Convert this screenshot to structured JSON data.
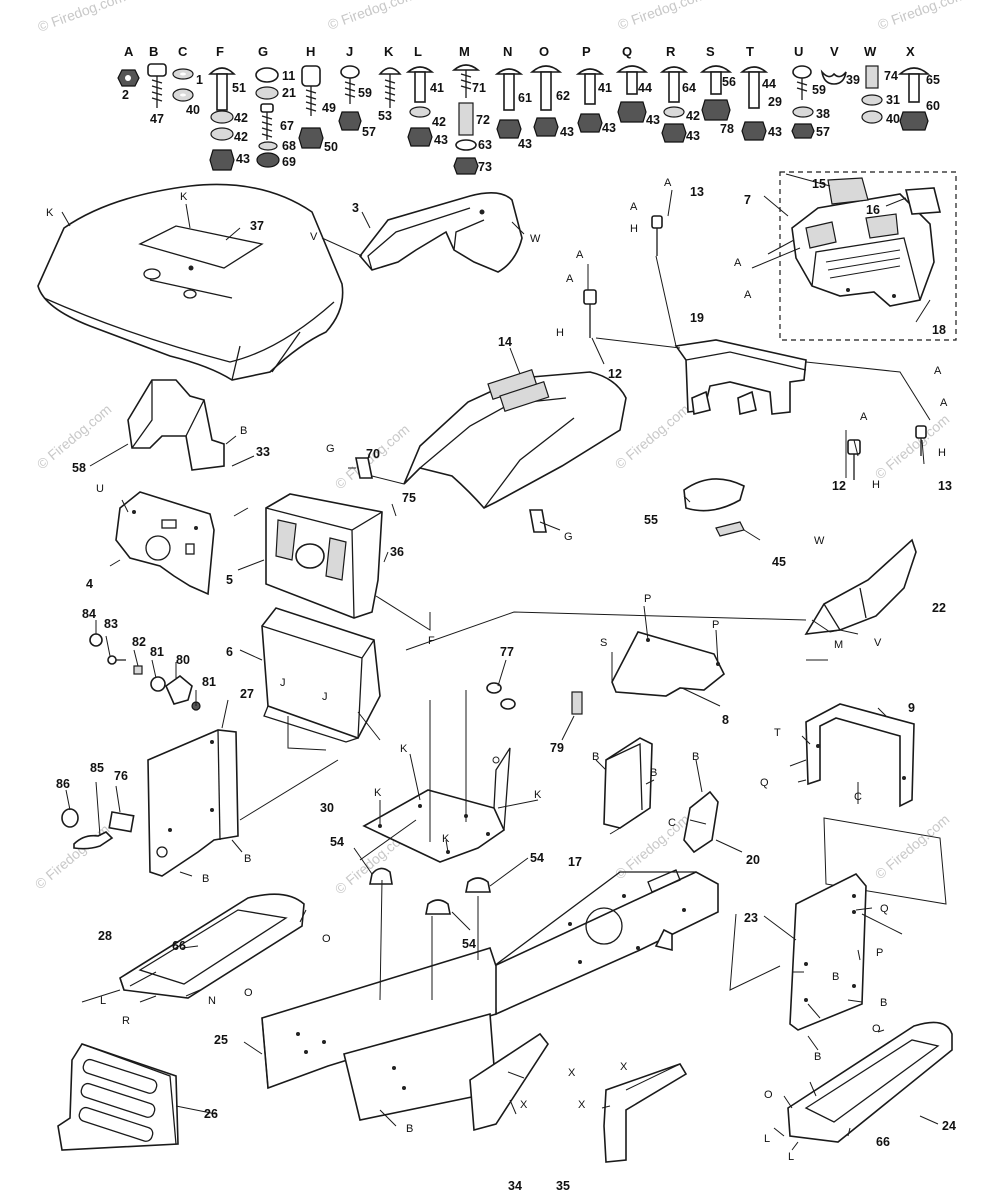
{
  "hardware_letters": [
    "A",
    "B",
    "C",
    "F",
    "G",
    "H",
    "J",
    "K",
    "L",
    "M",
    "N",
    "O",
    "P",
    "Q",
    "R",
    "S",
    "T",
    "U",
    "V",
    "W",
    "X"
  ],
  "hardware_numbers": [
    "2",
    "47",
    "1",
    "40",
    "51",
    "42",
    "42",
    "43",
    "11",
    "21",
    "67",
    "68",
    "69",
    "49",
    "50",
    "59",
    "57",
    "53",
    "41",
    "42",
    "43",
    "71",
    "72",
    "63",
    "73",
    "61",
    "43",
    "62",
    "43",
    "41",
    "43",
    "44",
    "43",
    "64",
    "42",
    "43",
    "56",
    "78",
    "44",
    "43",
    "29",
    "38",
    "57",
    "59",
    "39",
    "74",
    "31",
    "40",
    "65",
    "60"
  ],
  "part_numbers": [
    "37",
    "3",
    "13",
    "7",
    "15",
    "16",
    "12",
    "19",
    "18",
    "14",
    "70",
    "58",
    "33",
    "75",
    "36",
    "4",
    "5",
    "55",
    "45",
    "22",
    "6",
    "84",
    "83",
    "82",
    "81",
    "80",
    "81",
    "27",
    "77",
    "8",
    "79",
    "86",
    "85",
    "76",
    "30",
    "54",
    "54",
    "54",
    "17",
    "20",
    "9",
    "28",
    "66",
    "23",
    "25",
    "26",
    "34",
    "35",
    "24",
    "66",
    "12",
    "13"
  ],
  "callout_letters": [
    "K",
    "K",
    "V",
    "W",
    "A",
    "A",
    "H",
    "A",
    "A",
    "A",
    "H",
    "A",
    "A",
    "H",
    "A",
    "A",
    "H",
    "B",
    "G",
    "G",
    "U",
    "F",
    "J",
    "J",
    "K",
    "K",
    "K",
    "K",
    "P",
    "P",
    "S",
    "M",
    "V",
    "W",
    "B",
    "B",
    "B",
    "B",
    "B",
    "T",
    "C",
    "C",
    "Q",
    "Q",
    "O",
    "L",
    "R",
    "N",
    "O",
    "B",
    "P",
    "B",
    "B",
    "B",
    "X",
    "X",
    "X",
    "X",
    "O",
    "O",
    "L",
    "L"
  ],
  "watermark": "© Firedog.com"
}
